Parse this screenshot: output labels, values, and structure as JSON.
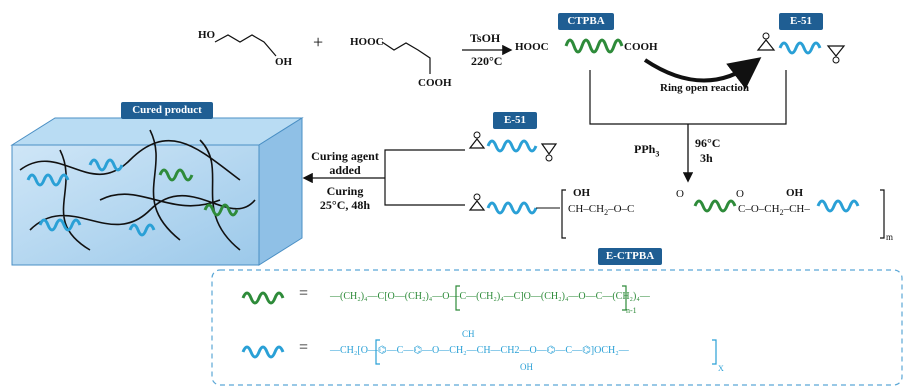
{
  "reactants": {
    "diol": {
      "top": "HO",
      "bottom": "OH"
    },
    "plus": "+",
    "diacid": {
      "top": "HOOC",
      "bottom": "COOH"
    }
  },
  "conditions": {
    "catalyst": "TsOH",
    "temperature": "220°C",
    "ring_open": "Ring open reaction",
    "pph3": "PPh",
    "pph3_sub": "3",
    "temp2": "96°C",
    "time2": "3h",
    "curing_agent_1": "Curing agent",
    "curing_agent_2": "added",
    "curing_1": "Curing",
    "curing_2": "25°C,  48h"
  },
  "badges": {
    "ctpba": "CTPBA",
    "e51_top": "E-51",
    "e51_mid": "E-51",
    "cured": "Cured product",
    "ectpba": "E-CTPBA"
  },
  "ctpba_ends": {
    "left": "HOOC",
    "right": "COOH"
  },
  "product": {
    "oh1": "OH",
    "ch_group": "CH–CH",
    "sub2": "2",
    "o1": "–O–C",
    "carbonyl": "O",
    "c2": "C–O–CH",
    "ch2": "–CH–",
    "oh2": "OH",
    "m": "m"
  },
  "legend": {
    "eq": "=",
    "green_formula": "—(CH₂)₄—C[O—(CH₂)₄—O—C—(CH₂)₄—C]O—(CH₂)₄—O—C—(CH₂)₄—",
    "n_label": "n-1",
    "blue_formula": "—CH₂[O—⌬—C—⌬—O—CH₂—CH—CH2—O—⌬—C—⌬]OCH₂—",
    "ch3": "CH",
    "oh": "OH",
    "x_label": "X"
  },
  "colors": {
    "green": "#2e8b3a",
    "blue": "#2aa0d6",
    "badge": "#1f5e93",
    "box": "#7ab8e0",
    "dash": "#5aa7d6"
  }
}
